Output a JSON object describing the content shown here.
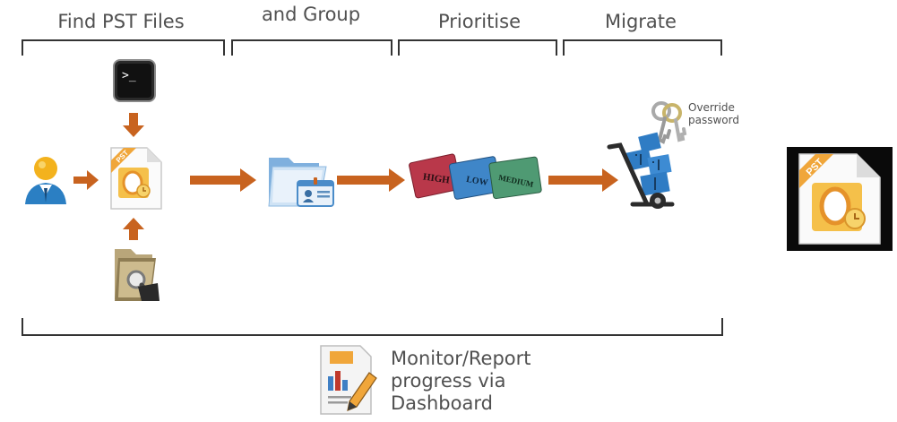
{
  "stages": {
    "find": "Find PST Files",
    "group_line2": "and Group",
    "prioritise": "Prioritise",
    "migrate": "Migrate"
  },
  "pst_badge": "PST",
  "priority_cards": {
    "high": "HIGH",
    "low": "LOW",
    "medium": "MEDIUM"
  },
  "override_note": {
    "line1": "Override",
    "line2": "password"
  },
  "monitor": {
    "line1": "Monitor/Report",
    "line2": "progress via",
    "line3": "Dashboard"
  },
  "colors": {
    "arrow": "#c8631f",
    "bracket": "#333333",
    "text": "#505050"
  },
  "icons": [
    "user-icon",
    "terminal-icon",
    "folder-search-icon",
    "outlook-pst-icon",
    "folder-contact-icon",
    "priority-cards-icon",
    "hand-truck-icon",
    "keys-icon",
    "report-icon"
  ]
}
